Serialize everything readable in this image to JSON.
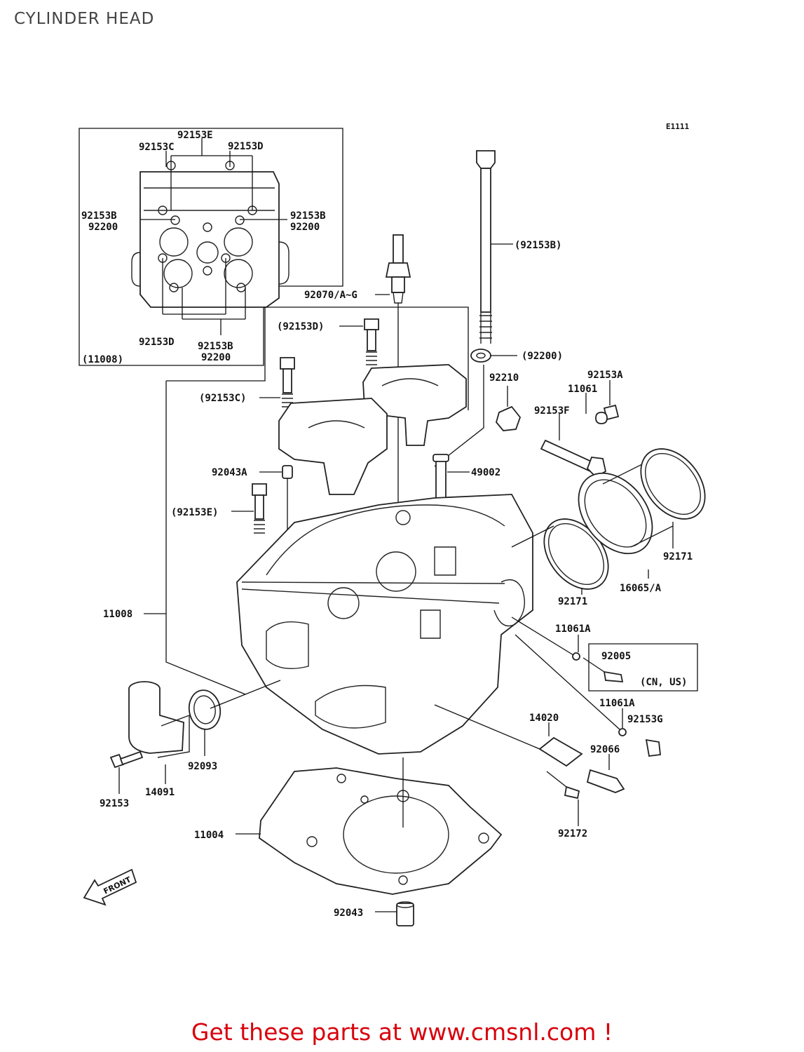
{
  "title": "CYLINDER HEAD",
  "diagram_code": "E1111",
  "front_marker": "FRONT",
  "footer": "Get these parts at www.cmsnl.com !",
  "colors": {
    "footer": "#d8000c",
    "lines": "#111111",
    "title": "#444444"
  },
  "inset": {
    "labels": {
      "l92153E": "92153E",
      "l92153C": "92153C",
      "l92153D_top": "92153D",
      "l92153B_left": "92153B",
      "l92200_left": "92200",
      "l92153B_right": "92153B",
      "l92200_right": "92200",
      "l92153D_bottom": "92153D",
      "l92153B_bottom": "92153B",
      "l92200_bottom": "92200",
      "l11008": "(11008)"
    }
  },
  "labels": {
    "l92153B_p": "(92153B)",
    "l92070": "92070/A~G",
    "l92153D_p": "(92153D)",
    "l92200_p": "(92200)",
    "l92210": "92210",
    "l92153A": "92153A",
    "l11061": "11061",
    "l92153F": "92153F",
    "l92153C_p": "(92153C)",
    "l92043A": "92043A",
    "l49002": "49002",
    "l92153E_p": "(92153E)",
    "l92171_r": "92171",
    "l16065": "16065/A",
    "l92171_l": "92171",
    "l11008": "11008",
    "l11061A_1": "11061A",
    "l92005": "92005",
    "lCNUS": "(CN, US)",
    "l11061A_2": "11061A",
    "l14020": "14020",
    "l92153G": "92153G",
    "l92066": "92066",
    "l92093": "92093",
    "l14091": "14091",
    "l92153": "92153",
    "l11004": "11004",
    "l92172": "92172",
    "l92043": "92043"
  }
}
